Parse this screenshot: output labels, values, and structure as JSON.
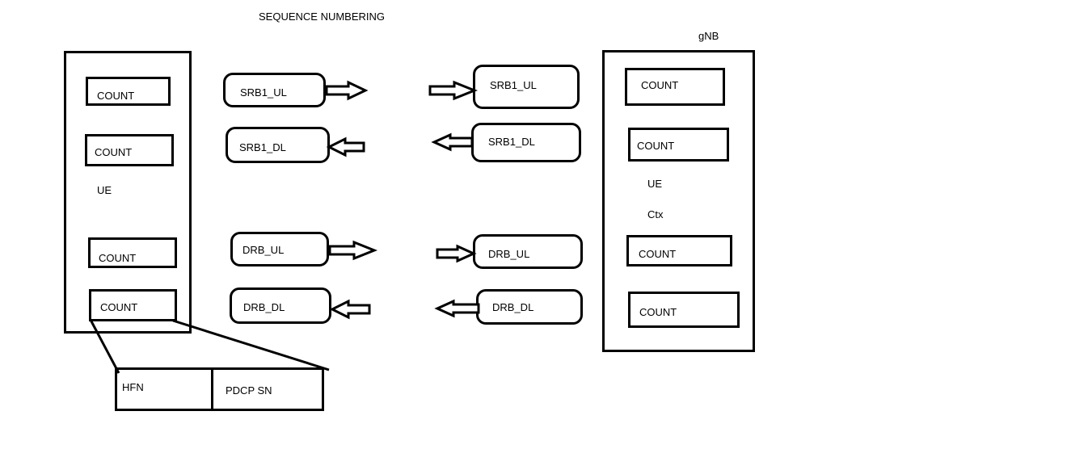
{
  "title": "SEQUENCE NUMBERING",
  "ue_side": {
    "counts": [
      "COUNT",
      "COUNT",
      "COUNT",
      "COUNT"
    ],
    "label": "UE"
  },
  "gnb_side": {
    "title": "gNB",
    "counts": [
      "COUNT",
      "COUNT",
      "COUNT",
      "COUNT"
    ],
    "label_line1": "UE",
    "label_line2": "Ctx"
  },
  "bearers_left": [
    "SRB1_UL",
    "SRB1_DL",
    "DRB_UL",
    "DRB_DL"
  ],
  "bearers_right": [
    "SRB1_UL",
    "SRB1_DL",
    "DRB_UL",
    "DRB_DL"
  ],
  "count_breakdown": {
    "hfn": "HFN",
    "pdcp_sn": "PDCP SN"
  }
}
